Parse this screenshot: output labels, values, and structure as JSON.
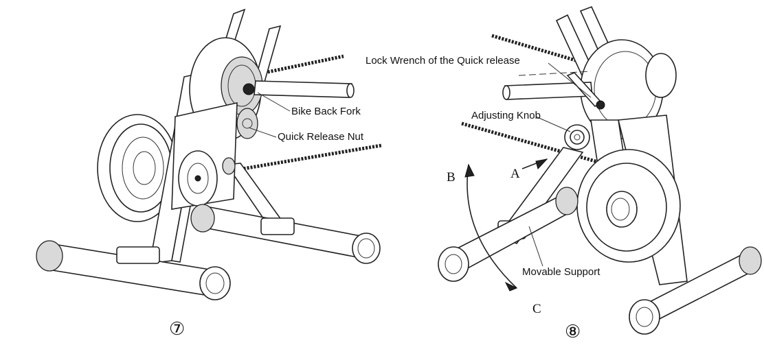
{
  "figures": [
    {
      "number": "⑦",
      "labels": {
        "back_fork": "Bike Back Fork",
        "release_nut": "Quick Release Nut"
      }
    },
    {
      "number": "⑧",
      "labels": {
        "lock_wrench": "Lock Wrench of the Quick release",
        "adjusting_knob": "Adjusting Knob",
        "movable_support": "Movable Support"
      },
      "directions": [
        "A",
        "B",
        "C"
      ]
    }
  ]
}
